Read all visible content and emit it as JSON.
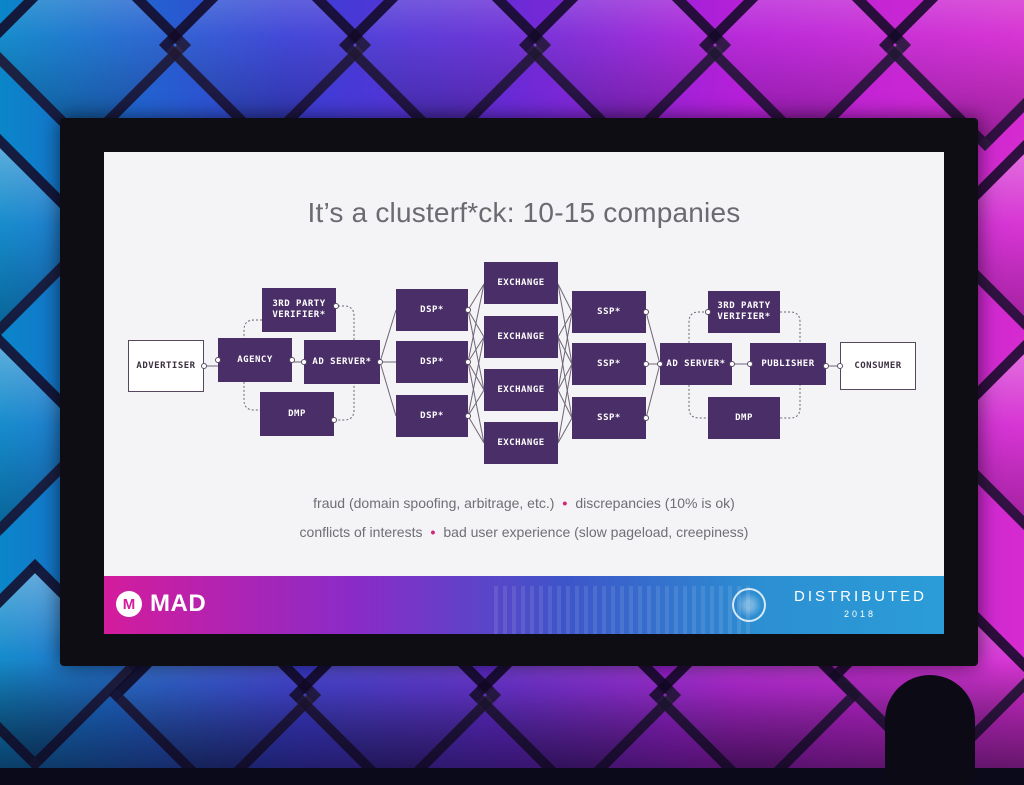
{
  "slide": {
    "title": "It’s a clusterf*ck: 10-15 companies"
  },
  "diagram": {
    "nodes": {
      "advertiser": "ADVERTISER",
      "agency": "AGENCY",
      "verifier_left_1": "3RD PARTY",
      "verifier_left_2": "VERIFIER*",
      "dmp_left": "DMP",
      "ad_server_left": "AD SERVER*",
      "dsp_1": "DSP*",
      "dsp_2": "DSP*",
      "dsp_3": "DSP*",
      "exchange_1": "EXCHANGE",
      "exchange_2": "EXCHANGE",
      "exchange_3": "EXCHANGE",
      "exchange_4": "EXCHANGE",
      "ssp_1": "SSP*",
      "ssp_2": "SSP*",
      "ssp_3": "SSP*",
      "ad_server_right": "AD SERVER*",
      "verifier_right_1": "3RD PARTY",
      "verifier_right_2": "VERIFIER*",
      "publisher": "PUBLISHER",
      "dmp_right": "DMP",
      "consumer": "CONSUMER"
    },
    "colors": {
      "node_fill": "#4a2e67",
      "separator_dot": "#d0267a"
    }
  },
  "issues": {
    "line1_a": "fraud (domain spoofing, arbitrage, etc.)",
    "line1_b": "discrepancies (10% is ok)",
    "line2_a": "conflicts of interests",
    "line2_b": "bad user experience (slow pageload, creepiness)",
    "separator": "•"
  },
  "footer": {
    "logo_letter": "M",
    "brand": "MAD",
    "event": "DISTRIBUTED",
    "year": "2018"
  }
}
